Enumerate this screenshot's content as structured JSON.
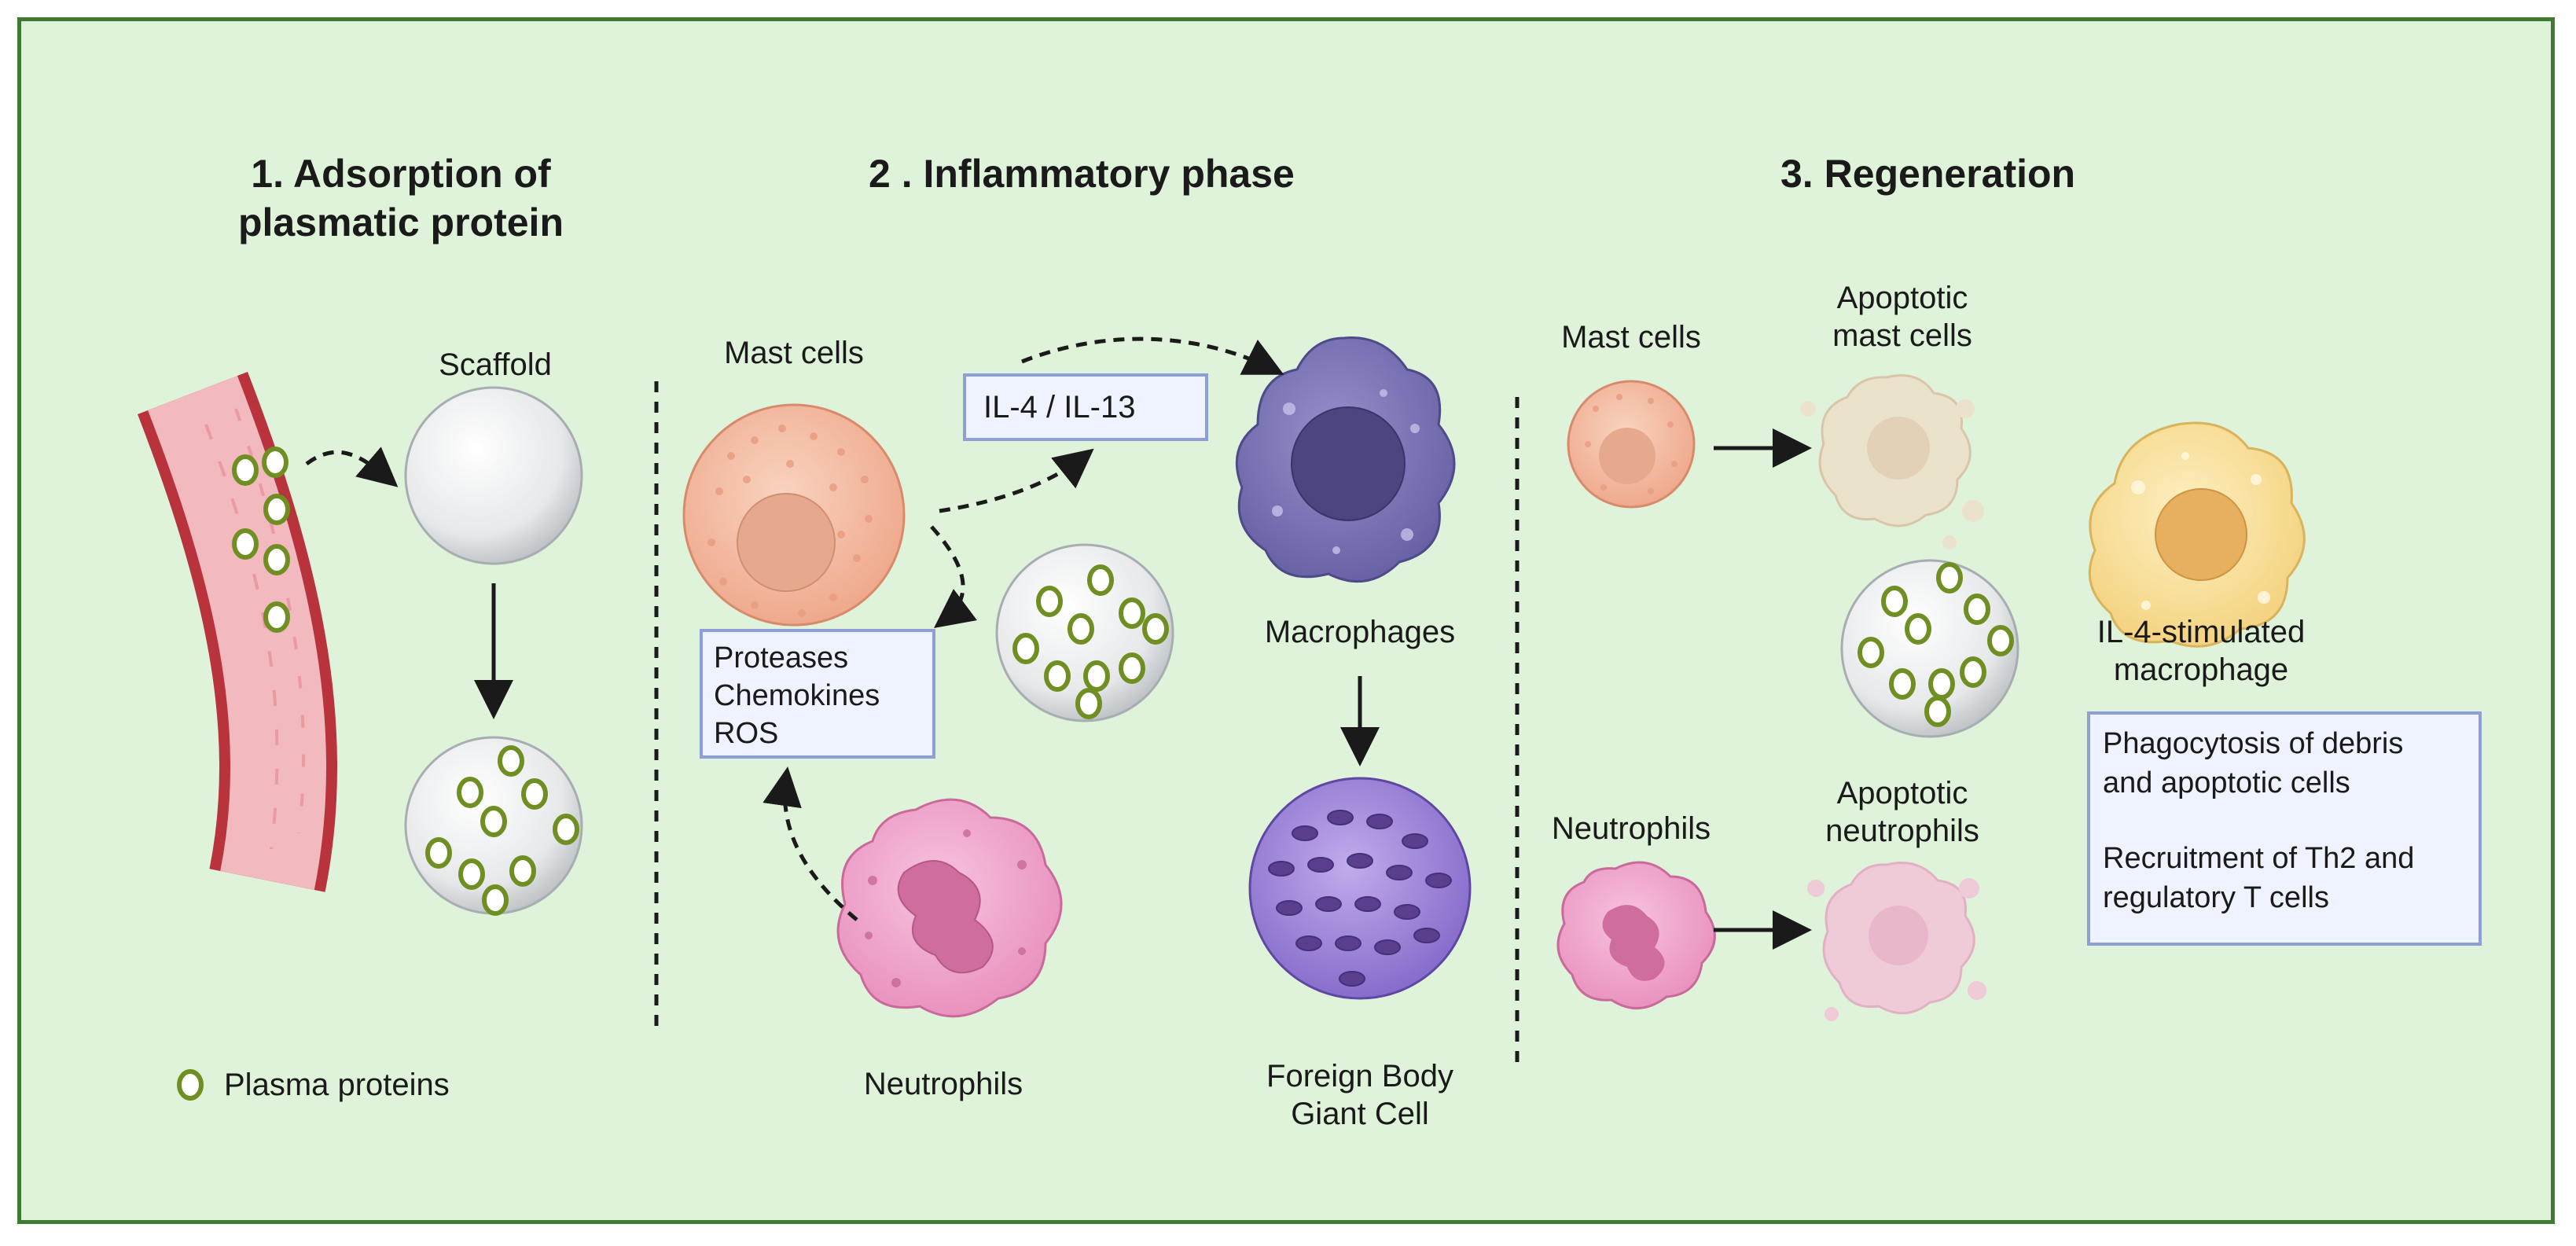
{
  "sections": {
    "s1": {
      "title_line1": "1.  Adsorption of",
      "title_line2": "plasmatic protein"
    },
    "s2": {
      "title": "2 . Inflammatory phase"
    },
    "s3": {
      "title": "3. Regeneration"
    }
  },
  "labels": {
    "scaffold": "Scaffold",
    "mast_cells_2": "Mast cells",
    "macrophages": "Macrophages",
    "neutrophils_2": "Neutrophils",
    "fbgc_line1": "Foreign Body",
    "fbgc_line2": "Giant Cell",
    "mast_cells_3": "Mast cells",
    "apoptotic_mast_line1": "Apoptotic",
    "apoptotic_mast_line2": "mast cells",
    "neutrophils_3": "Neutrophils",
    "apoptotic_neut_line1": "Apoptotic",
    "apoptotic_neut_line2": "neutrophils",
    "il4_mac_line1": "IL-4-stimulated",
    "il4_mac_line2": "macrophage"
  },
  "boxes": {
    "il": "IL-4 / IL-13",
    "mediators": [
      "Proteases",
      "Chemokines",
      "ROS"
    ],
    "functions": [
      "Phagocytosis of debris",
      "and apoptotic cells",
      "",
      "Recruitment of Th2 and",
      "regulatory T cells"
    ]
  },
  "legend": {
    "text": "Plasma proteins"
  },
  "colors": {
    "background": "#dff3da",
    "border": "#3f7a33",
    "protein_ring": "#6f8f22",
    "vessel_wall": "#c8434a",
    "mast_cell": "#f6c0a6",
    "macrophage": "#7d77b8",
    "neutrophil": "#ef9ec8",
    "giant_cell": "#9d88d9",
    "il4_macrophage": "#f9df98",
    "box_border": "#8e9ed6"
  }
}
